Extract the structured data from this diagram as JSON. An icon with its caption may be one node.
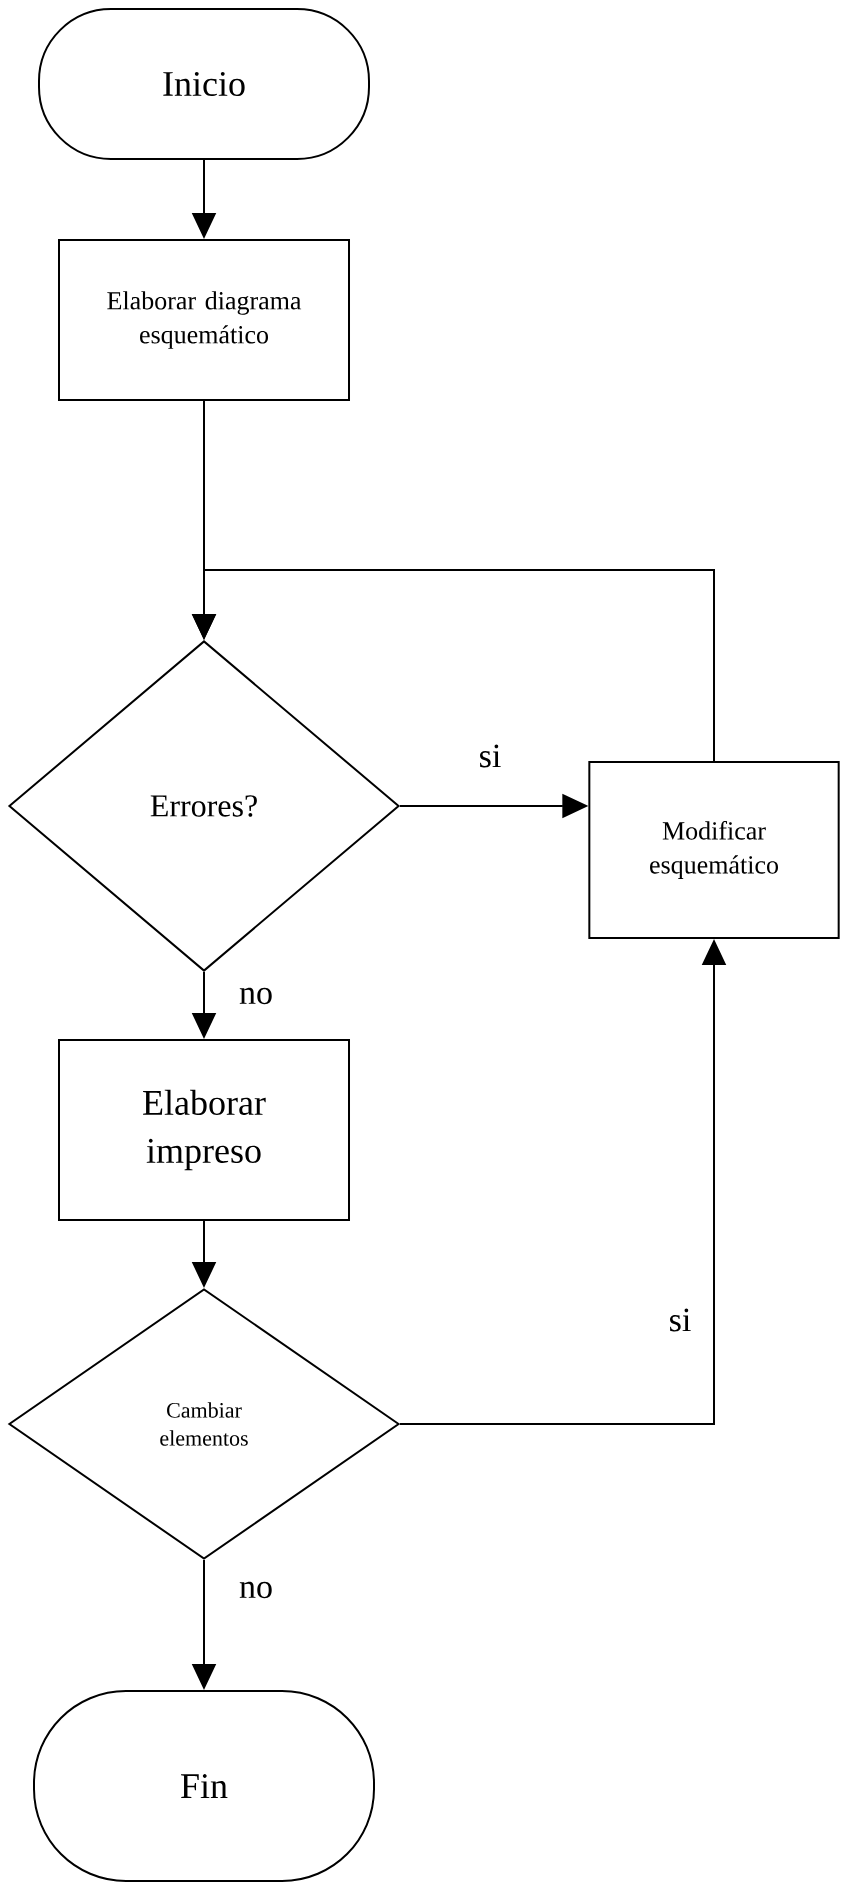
{
  "diagram": {
    "nodes": [
      {
        "text": [
          "Inicio"
        ]
      },
      {
        "text": [
          "Elaborar diagrama esquemático"
        ]
      },
      {
        "text": [
          "Errores?"
        ]
      },
      {
        "text": [
          "Modificar esquemático"
        ]
      },
      {
        "text": [
          "Elaborar impreso"
        ]
      },
      {
        "text": [
          "Cambiar elementos"
        ]
      },
      {
        "text": [
          "Fin"
        ]
      }
    ],
    "edges": [
      {
        "from": 0,
        "to": 1,
        "arrow": "to"
      },
      {
        "from": 1,
        "to": 2,
        "arrow": "to"
      },
      {
        "from": 2,
        "to": 3,
        "arrow": "to",
        "label": "si"
      },
      {
        "from": 3,
        "to": 2,
        "arrow": "to"
      },
      {
        "from": 2,
        "to": 4,
        "arrow": "to",
        "label": "no"
      },
      {
        "from": 4,
        "to": 5,
        "arrow": "to"
      },
      {
        "from": 5,
        "to": 3,
        "arrow": "to",
        "label": "si"
      },
      {
        "from": 5,
        "to": 6,
        "arrow": "to",
        "label": "no"
      }
    ]
  }
}
